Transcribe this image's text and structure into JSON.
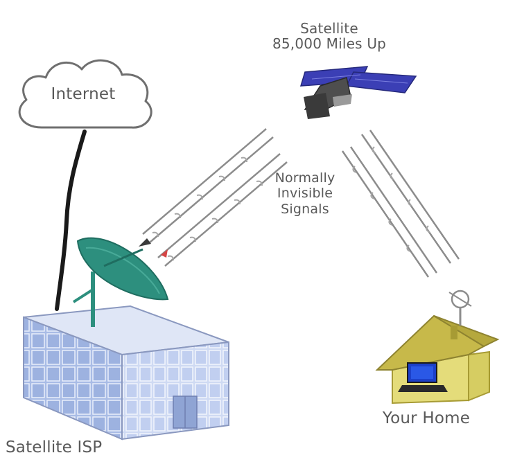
{
  "labels": {
    "internet": "Internet",
    "satellite_line1": "Satellite",
    "satellite_line2": "85,000 Miles Up",
    "signals_line1": "Normally",
    "signals_line2": "Invisible",
    "signals_line3": "Signals",
    "home": "Your Home",
    "isp": "Satellite ISP"
  },
  "icons": [
    "cloud-icon",
    "satellite-icon",
    "satellite-dish-icon",
    "office-building-icon",
    "house-icon",
    "computer-icon",
    "cable-icon"
  ],
  "colors": {
    "label_text": "#595959",
    "building_face": "#a9bce6",
    "building_side": "#c9d6f2",
    "building_top": "#dfe6f6",
    "dish": "#2d8f7e",
    "satellite_panel": "#3b3fb5",
    "house_wall": "#e4dc7a",
    "house_roof": "#c7b94a",
    "signal_line": "#8c8c8c"
  }
}
